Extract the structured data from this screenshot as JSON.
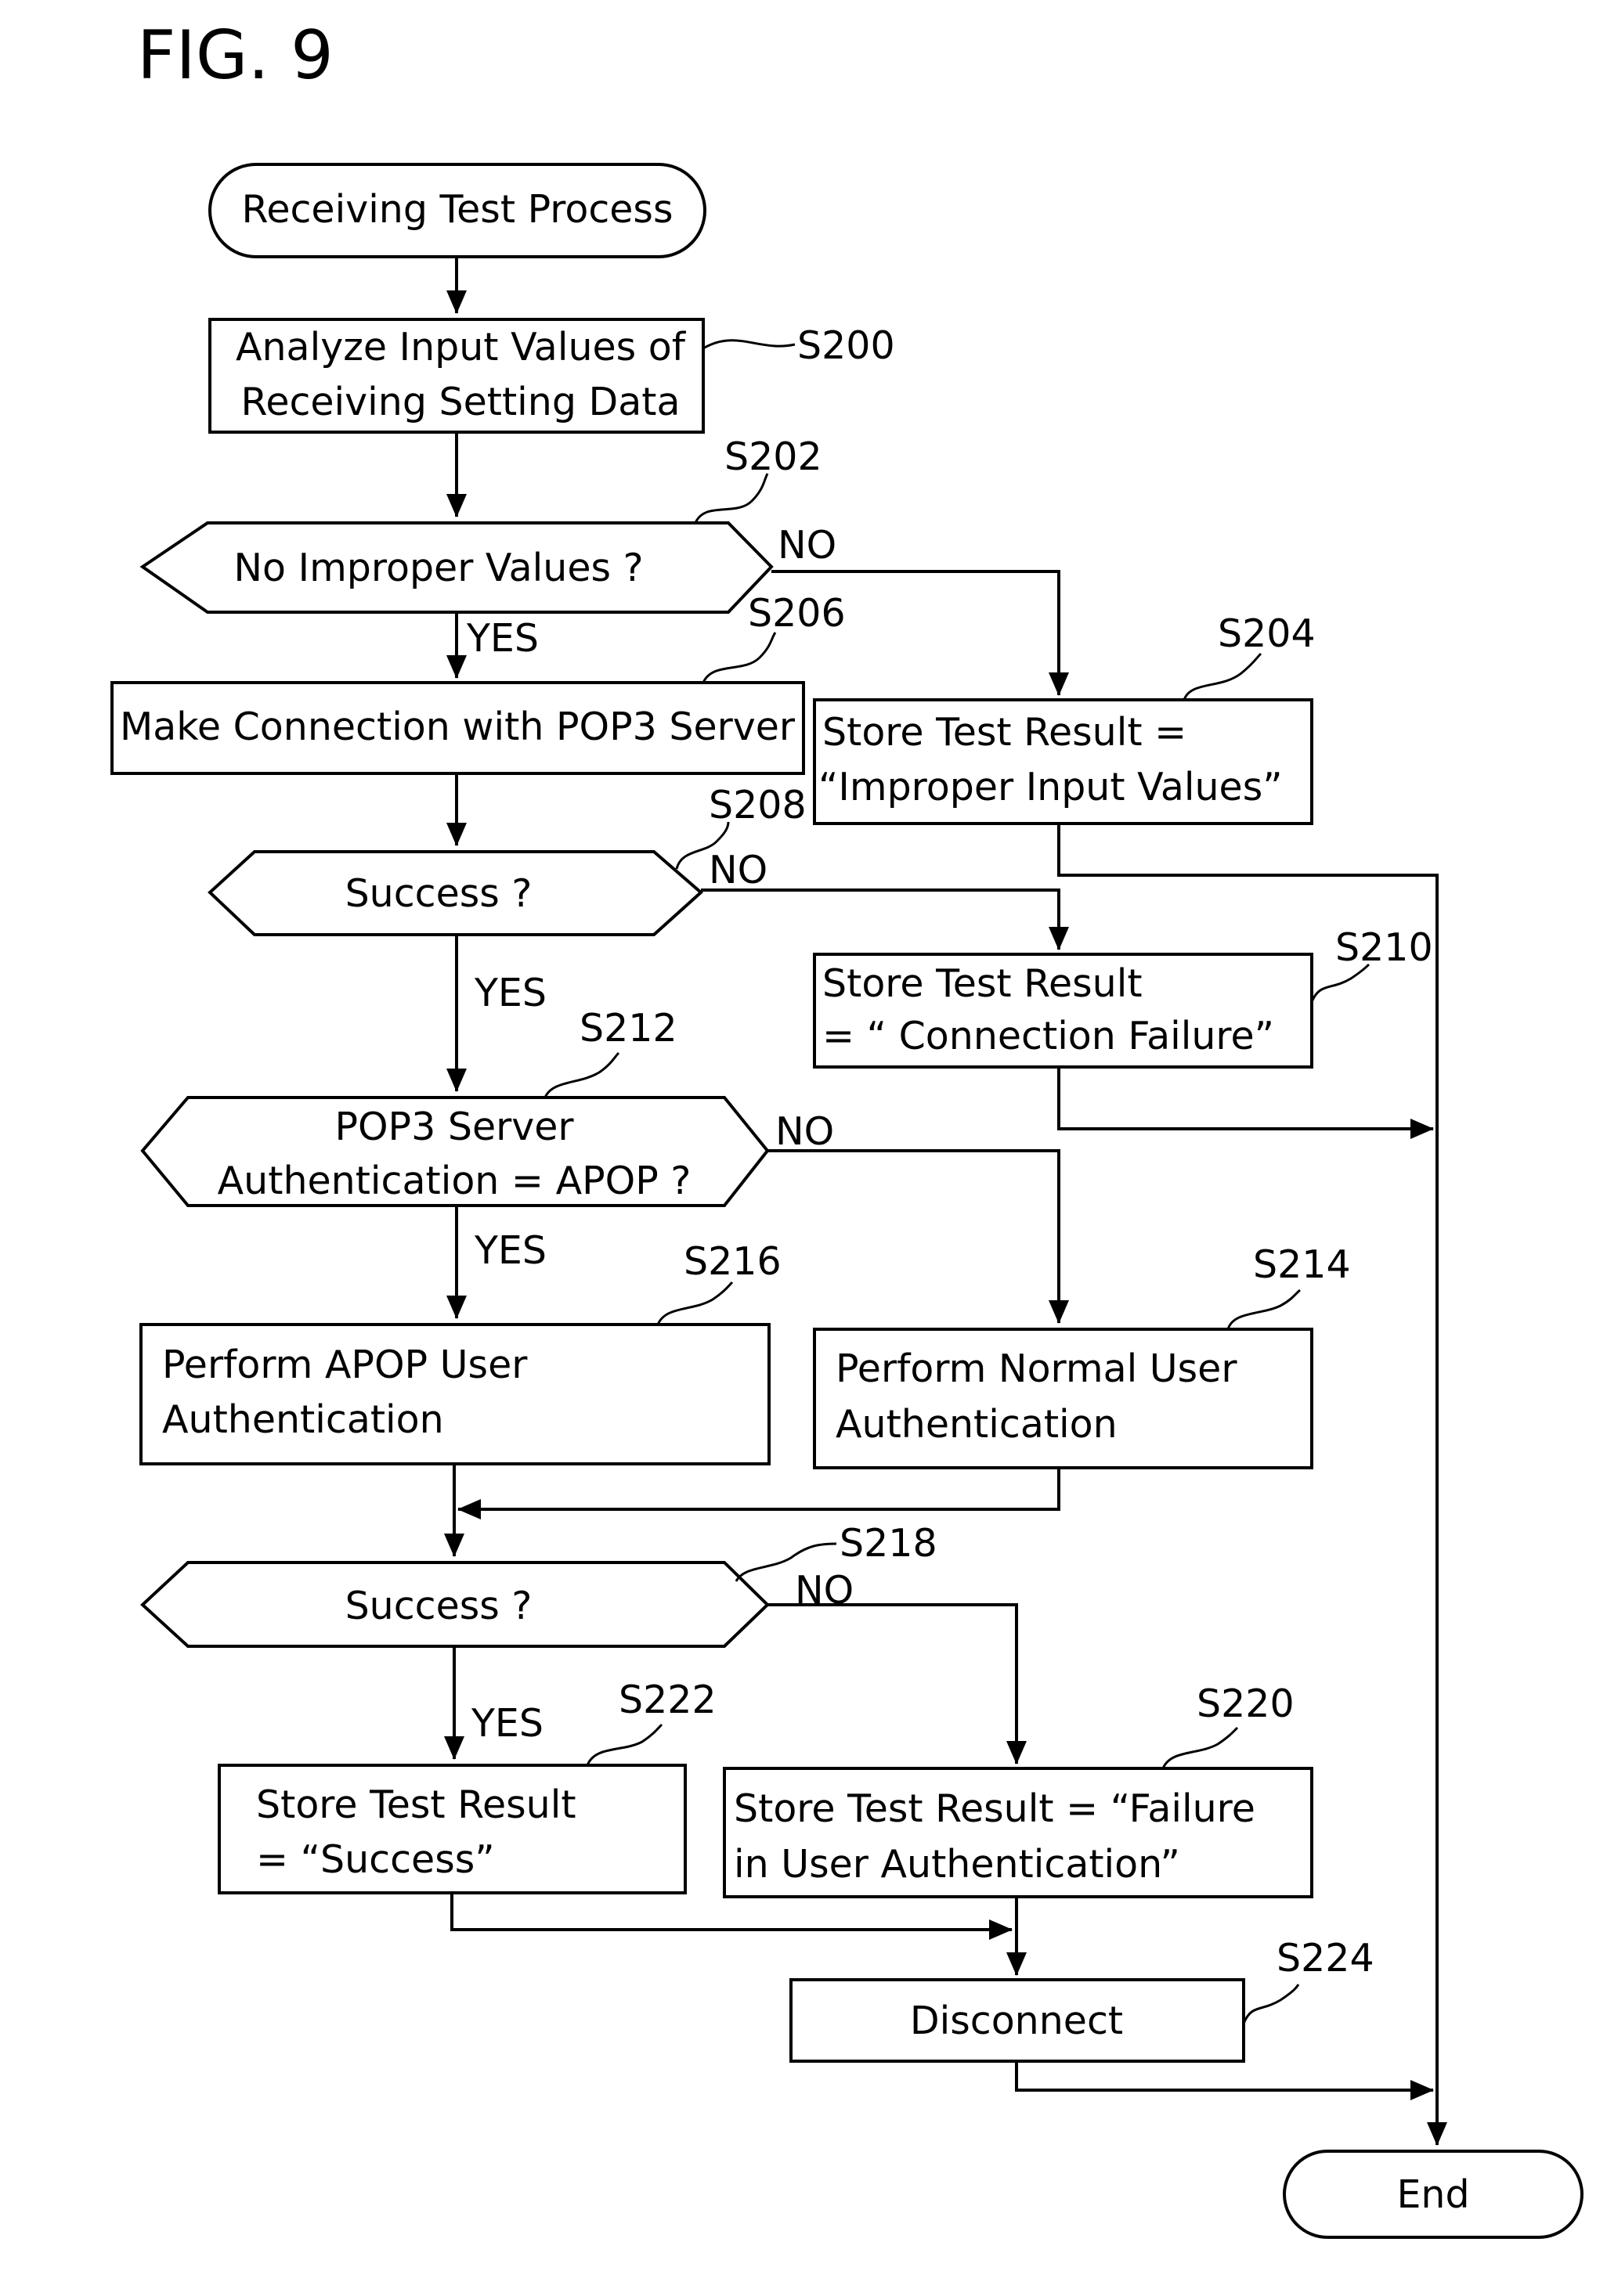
{
  "figure": {
    "title": "FIG. 9"
  },
  "nodes": {
    "start": {
      "label": "Receiving Test Process"
    },
    "s200": {
      "step": "S200",
      "lines": [
        "Analyze Input Values of",
        "Receiving Setting Data"
      ]
    },
    "s202": {
      "step": "S202",
      "lines": [
        "No Improper Values ?"
      ]
    },
    "s204": {
      "step": "S204",
      "lines": [
        "Store Test Result =",
        "“Improper Input Values”"
      ]
    },
    "s206": {
      "step": "S206",
      "lines": [
        "Make Connection with POP3 Server"
      ]
    },
    "s208": {
      "step": "S208",
      "lines": [
        "Success ?"
      ]
    },
    "s210": {
      "step": "S210",
      "lines": [
        "Store Test Result",
        "= “ Connection Failure”"
      ]
    },
    "s212": {
      "step": "S212",
      "lines": [
        "POP3 Server",
        "Authentication = APOP ?"
      ]
    },
    "s214": {
      "step": "S214",
      "lines": [
        "Perform Normal User",
        "Authentication"
      ]
    },
    "s216": {
      "step": "S216",
      "lines": [
        "Perform APOP User",
        "Authentication"
      ]
    },
    "s218": {
      "step": "S218",
      "lines": [
        "Success ?"
      ]
    },
    "s220": {
      "step": "S220",
      "lines": [
        "Store Test Result = “Failure",
        "in User Authentication”"
      ]
    },
    "s222": {
      "step": "S222",
      "lines": [
        "Store Test Result",
        "= “Success”"
      ]
    },
    "s224": {
      "step": "S224",
      "lines": [
        "Disconnect"
      ]
    },
    "end": {
      "label": "End"
    }
  },
  "branches": {
    "s202_no": "NO",
    "s202_yes": "YES",
    "s208_no": "NO",
    "s208_yes": "YES",
    "s212_no": "NO",
    "s212_yes": "YES",
    "s218_no": "NO",
    "s218_yes": "YES"
  }
}
